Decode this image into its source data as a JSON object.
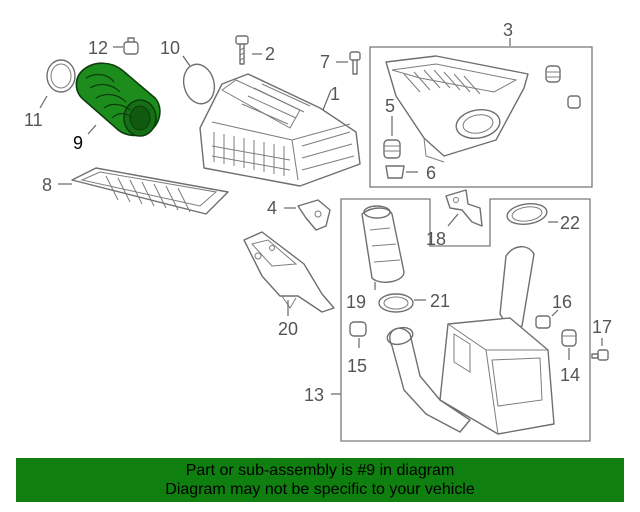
{
  "callouts": {
    "c1": "1",
    "c2": "2",
    "c3": "3",
    "c4": "4",
    "c5": "5",
    "c6": "6",
    "c7": "7",
    "c8": "8",
    "c9": "9",
    "c10": "10",
    "c11": "11",
    "c12": "12",
    "c13": "13",
    "c14": "14",
    "c15": "15",
    "c16": "16",
    "c17": "17",
    "c18": "18",
    "c19": "19",
    "c20": "20",
    "c21": "21",
    "c22": "22"
  },
  "highlight": {
    "color": "#1c8c1c"
  },
  "banner": {
    "line1": "Part or sub-assembly is #9 in diagram",
    "line2": "Diagram may not be specific to your vehicle",
    "color": "#0f7f0f"
  }
}
